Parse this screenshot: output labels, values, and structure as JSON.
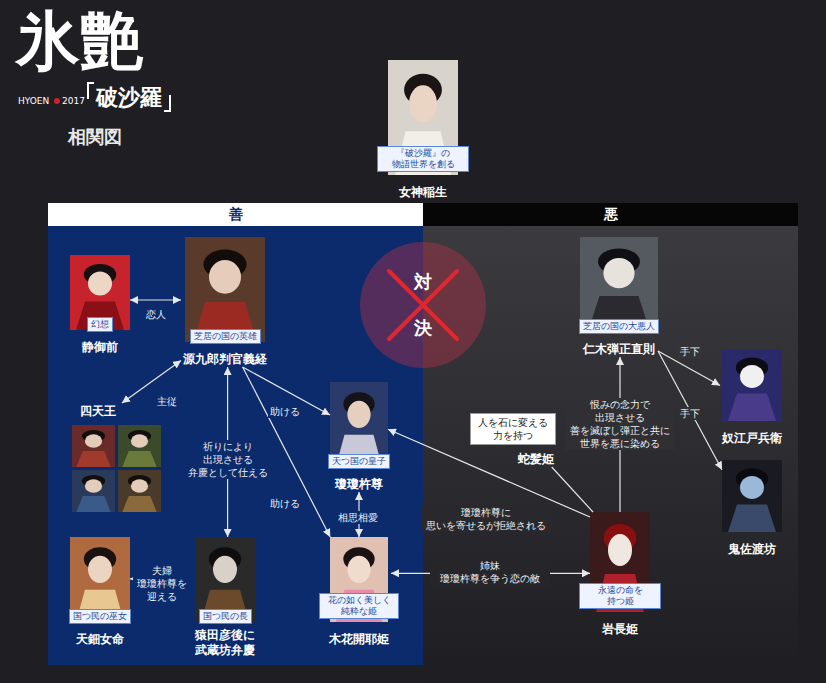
{
  "diagram": {
    "title": "相関図",
    "nodes": [
      {
        "text": [
          "『破沙羅』の 物語世界を創る",
          "女神稲生"
        ]
      },
      {
        "text": [
          "善"
        ]
      },
      {
        "text": [
          "幻想",
          "静御前"
        ],
        "in": 1
      },
      {
        "text": [
          "芝居の国の英雄",
          "源九郎判官義経"
        ],
        "in": 1
      },
      {
        "text": [
          "四天王"
        ],
        "in": 1
      },
      {
        "text": [
          "天つ国の皇子",
          "瓊瓊杵尊"
        ],
        "in": 1
      },
      {
        "text": [
          "国つ民の巫女",
          "天鈿女命"
        ],
        "in": 1
      },
      {
        "text": [
          "国つ民の長",
          "猿田彦後に 武蔵坊弁慶"
        ],
        "in": 1
      },
      {
        "text": [
          "花の如く美しく 純粋な姫",
          "木花開耶姫"
        ],
        "in": 1
      },
      {
        "text": [
          "悪"
        ]
      },
      {
        "text": [
          "芝居の国の大悪人",
          "仁木弾正直則"
        ],
        "in": 9
      },
      {
        "text": [
          "奴江戸兵衛"
        ],
        "in": 9
      },
      {
        "text": [
          "人を石に変える 力を持つ",
          "蛇髪姫"
        ],
        "in": 9
      },
      {
        "text": [
          "鬼佐渡坊"
        ],
        "in": 9
      },
      {
        "text": [
          "永遠の命を 持つ姫",
          "岩長姫"
        ],
        "in": 9
      },
      {
        "text": [
          "対決"
        ]
      }
    ],
    "edges": [
      {
        "from": 2,
        "to": 3,
        "label": "恋人",
        "arrow": "both"
      },
      {
        "from": 3,
        "to": 4,
        "label": "主従",
        "arrow": "both"
      },
      {
        "from": 3,
        "to": 5,
        "label": "助ける",
        "arrow": "to"
      },
      {
        "from": 3,
        "to": 7,
        "label": "祈りにより 出現させる 弁慶として仕える",
        "arrow": "both"
      },
      {
        "from": 3,
        "to": 8,
        "label": "助ける",
        "arrow": "to"
      },
      {
        "from": 5,
        "to": 8,
        "label": "相思相愛",
        "arrow": "both"
      },
      {
        "from": 6,
        "to": 7,
        "label": "夫婦 瓊瓊杵尊を 迎える",
        "arrow": "both"
      },
      {
        "from": 8,
        "to": 14,
        "label": "姉妹 瓊瓊杵尊を争う恋の敵",
        "arrow": "both"
      },
      {
        "from": 14,
        "to": 5,
        "label": "瓊瓊杵尊に 思いを寄せるが拒絶される",
        "arrow": "to"
      },
      {
        "from": 14,
        "to": 10,
        "label": "恨みの念力で 出現させる 善を滅ぼし弾正と共に 世界を悪に染める",
        "arrow": "to"
      },
      {
        "from": 10,
        "to": 11,
        "label": "手下",
        "arrow": "to"
      },
      {
        "from": 10,
        "to": 13,
        "label": "手下",
        "arrow": "to"
      },
      {
        "from": 12,
        "to": 14,
        "arrow": "none"
      }
    ],
    "labels": [
      "氷艶",
      "破沙羅",
      "HYOEN",
      "2017"
    ]
  }
}
